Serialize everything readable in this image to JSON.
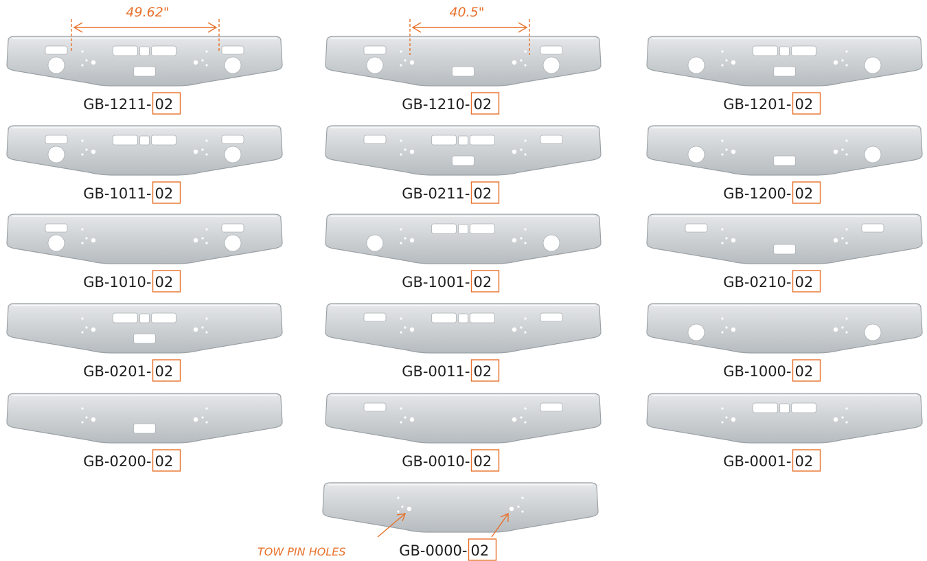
{
  "dimensions": [
    {
      "text": "49.62\""
    },
    {
      "text": "40.5\""
    }
  ],
  "annotation": {
    "text": "TOW PIN HOLES"
  },
  "bumpers": [
    {
      "prefix": "GB-1211-",
      "suffix": "02",
      "fog": true,
      "rect": true,
      "top": true,
      "bottom": true,
      "side_rect": true
    },
    {
      "prefix": "GB-1210-",
      "suffix": "02",
      "fog": true,
      "rect": true,
      "top": false,
      "bottom": true,
      "side_rect": true
    },
    {
      "prefix": "GB-1201-",
      "suffix": "02",
      "fog": true,
      "rect": false,
      "top": true,
      "bottom": true,
      "side_rect": false
    },
    {
      "prefix": "GB-1011-",
      "suffix": "02",
      "fog": true,
      "rect": true,
      "top": true,
      "bottom": false,
      "side_rect": true
    },
    {
      "prefix": "GB-0211-",
      "suffix": "02",
      "fog": false,
      "rect": true,
      "top": true,
      "bottom": true,
      "side_rect": true
    },
    {
      "prefix": "GB-1200-",
      "suffix": "02",
      "fog": true,
      "rect": false,
      "top": false,
      "bottom": true,
      "side_rect": false
    },
    {
      "prefix": "GB-1010-",
      "suffix": "02",
      "fog": true,
      "rect": true,
      "top": false,
      "bottom": false,
      "side_rect": true
    },
    {
      "prefix": "GB-1001-",
      "suffix": "02",
      "fog": true,
      "rect": false,
      "top": true,
      "bottom": false,
      "side_rect": false
    },
    {
      "prefix": "GB-0210-",
      "suffix": "02",
      "fog": false,
      "rect": true,
      "top": false,
      "bottom": true,
      "side_rect": true
    },
    {
      "prefix": "GB-0201-",
      "suffix": "02",
      "fog": false,
      "rect": false,
      "top": true,
      "bottom": true,
      "side_rect": false
    },
    {
      "prefix": "GB-0011-",
      "suffix": "02",
      "fog": false,
      "rect": true,
      "top": true,
      "bottom": false,
      "side_rect": true
    },
    {
      "prefix": "GB-1000-",
      "suffix": "02",
      "fog": true,
      "rect": false,
      "top": false,
      "bottom": false,
      "side_rect": false
    },
    {
      "prefix": "GB-0200-",
      "suffix": "02",
      "fog": false,
      "rect": false,
      "top": false,
      "bottom": true,
      "side_rect": false
    },
    {
      "prefix": "GB-0010-",
      "suffix": "02",
      "fog": false,
      "rect": true,
      "top": false,
      "bottom": false,
      "side_rect": true
    },
    {
      "prefix": "GB-0001-",
      "suffix": "02",
      "fog": false,
      "rect": false,
      "top": true,
      "bottom": false,
      "side_rect": false
    },
    {
      "prefix": "GB-0000-",
      "suffix": "02",
      "fog": false,
      "rect": false,
      "top": false,
      "bottom": false,
      "side_rect": false
    }
  ],
  "colors": {
    "accent": "#e8702a",
    "bumper_fill": "#cfd3d6",
    "bumper_stroke": "#9aa0a4"
  }
}
